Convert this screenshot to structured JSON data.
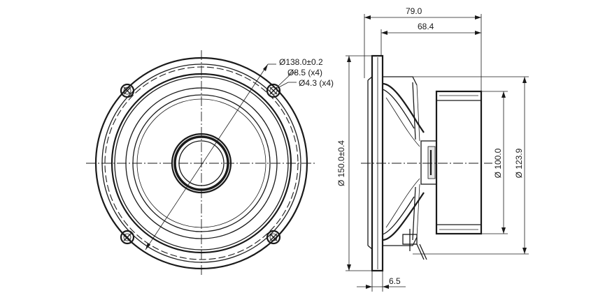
{
  "labels": {
    "overall_depth": "79.0",
    "magnet_depth": "68.4",
    "bolt_circle": "Ø138.0±0.2",
    "mount_hole": "Ø8.5 (x4)",
    "screw_hole": "Ø4.3 (x4)",
    "frame_diameter": "Ø 150.0±0.4",
    "magnet_diameter": "Ø 100.0",
    "basket_diameter": "Ø 123.9",
    "flange_thickness": "6.5"
  }
}
